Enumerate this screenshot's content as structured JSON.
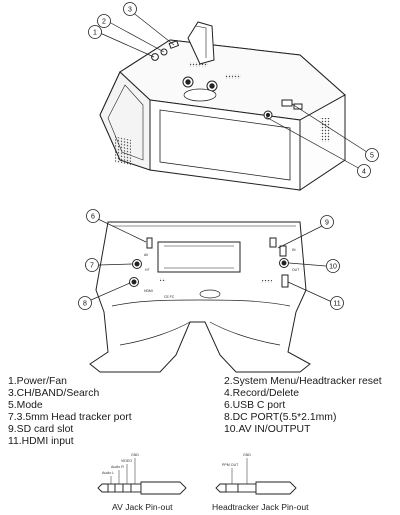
{
  "callouts_top": [
    "1",
    "2",
    "3",
    "4",
    "5"
  ],
  "callouts_bottom": [
    "6",
    "7",
    "8",
    "9",
    "10",
    "11"
  ],
  "device_labels": {
    "ce_mark": "CE FC",
    "slot_labels": [
      "AV",
      "HDMI",
      "IN",
      "OUT",
      "HT"
    ]
  },
  "legend": [
    {
      "text": "1.Power/Fan"
    },
    {
      "text": "2.System Menu/Headtracker reset"
    },
    {
      "text": "3.CH/BAND/Search"
    },
    {
      "text": "4.Record/Delete"
    },
    {
      "text": "5.Mode"
    },
    {
      "text": "6.USB C port"
    },
    {
      "text": "7.3.5mm Head tracker port"
    },
    {
      "text": "8.DC PORT(5.5*2.1mm)"
    },
    {
      "text": "9.SD card slot"
    },
    {
      "text": "10.AV IN/OUTPUT"
    },
    {
      "text": "11.HDMI input"
    }
  ],
  "av_jack": {
    "caption": "AV Jack Pin-out",
    "pins": [
      "Audio L",
      "Audio R",
      "VIDEO",
      "GND"
    ]
  },
  "ht_jack": {
    "caption": "Headtracker Jack Pin-out",
    "pins": [
      "PPM OUT",
      "GND"
    ]
  }
}
